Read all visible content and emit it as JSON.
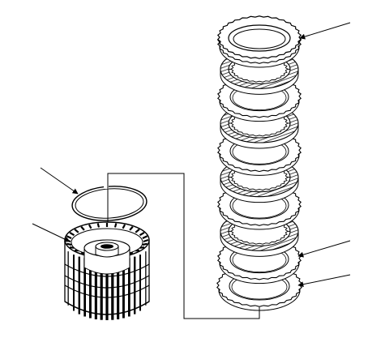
{
  "figure": {
    "background": "#ffffff",
    "ink": "#000000",
    "shade": "#6e6e6e",
    "components": [
      "clutch-pack-stack",
      "clutch-drum-assembly",
      "snap-ring",
      "connection-line",
      "leader-arrows"
    ],
    "disc_layers": [
      "steel-plate",
      "friction-plate",
      "steel-plate",
      "friction-plate",
      "steel-plate",
      "friction-plate",
      "steel-plate",
      "friction-plate",
      "steel-plate",
      "backing-plate"
    ],
    "leader_count": 5
  }
}
